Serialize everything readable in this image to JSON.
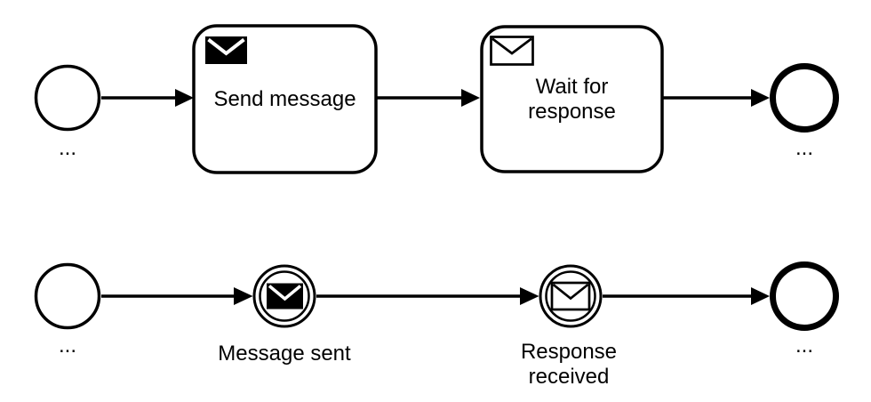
{
  "colors": {
    "stroke": "#000000",
    "fill": "#ffffff"
  },
  "top_flow": {
    "start_event": {
      "label": "..."
    },
    "send_task": {
      "label": "Send message",
      "icon": "message-filled-icon"
    },
    "receive_task": {
      "label": "Wait for response",
      "icon": "message-outline-icon"
    },
    "end_event": {
      "label": "..."
    },
    "connections": [
      "start-event -> Send message",
      "Send message -> Wait for response",
      "Wait for response -> end-event"
    ]
  },
  "bottom_flow": {
    "start_event": {
      "label": "..."
    },
    "message_throw_event": {
      "label": "Message sent",
      "icon": "message-filled-icon"
    },
    "message_catch_event": {
      "label": "Response received",
      "icon": "message-outline-icon"
    },
    "end_event": {
      "label": "..."
    },
    "connections": [
      "start-event -> Message sent",
      "Message sent -> Response received",
      "Response received -> end-event"
    ]
  }
}
